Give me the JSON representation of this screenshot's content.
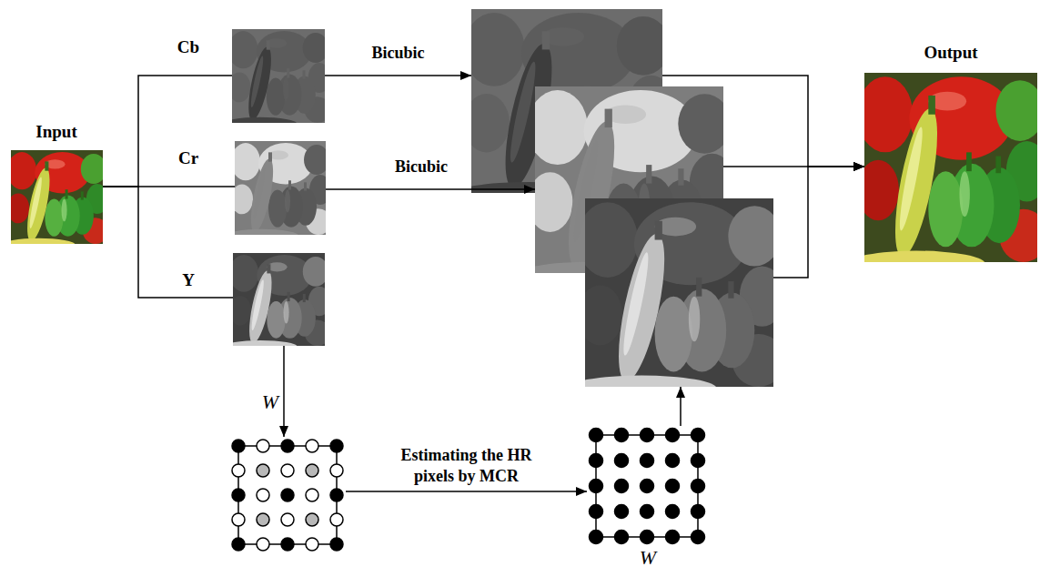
{
  "diagram": {
    "nodes": [
      {
        "text": [
          "Input"
        ]
      },
      {
        "text": [
          "Cb"
        ]
      },
      {
        "text": [
          "Cr"
        ]
      },
      {
        "text": [
          "Y"
        ]
      },
      {
        "text": []
      },
      {
        "text": []
      },
      {
        "text": []
      },
      {
        "text": [
          "Output"
        ]
      },
      {
        "text": [
          "W"
        ]
      },
      {
        "text": [
          "W"
        ]
      }
    ],
    "edges": [
      {
        "from": 0,
        "to": 1,
        "arrow": "none"
      },
      {
        "from": 0,
        "to": 2,
        "arrow": "none"
      },
      {
        "from": 0,
        "to": 3,
        "arrow": "none"
      },
      {
        "from": 1,
        "to": 4,
        "label": "Bicubic",
        "arrow": "to"
      },
      {
        "from": 2,
        "to": 5,
        "label": "Bicubic",
        "arrow": "to"
      },
      {
        "from": 3,
        "to": 8,
        "arrow": "to"
      },
      {
        "from": 8,
        "to": 9,
        "label": "Estimating the HR pixels by MCR",
        "arrow": "to"
      },
      {
        "from": 9,
        "to": 6,
        "arrow": "to"
      },
      {
        "from": 4,
        "to": 7,
        "arrow": "to"
      },
      {
        "from": 5,
        "to": 7,
        "arrow": "to"
      },
      {
        "from": 6,
        "to": 7,
        "arrow": "to"
      }
    ]
  }
}
